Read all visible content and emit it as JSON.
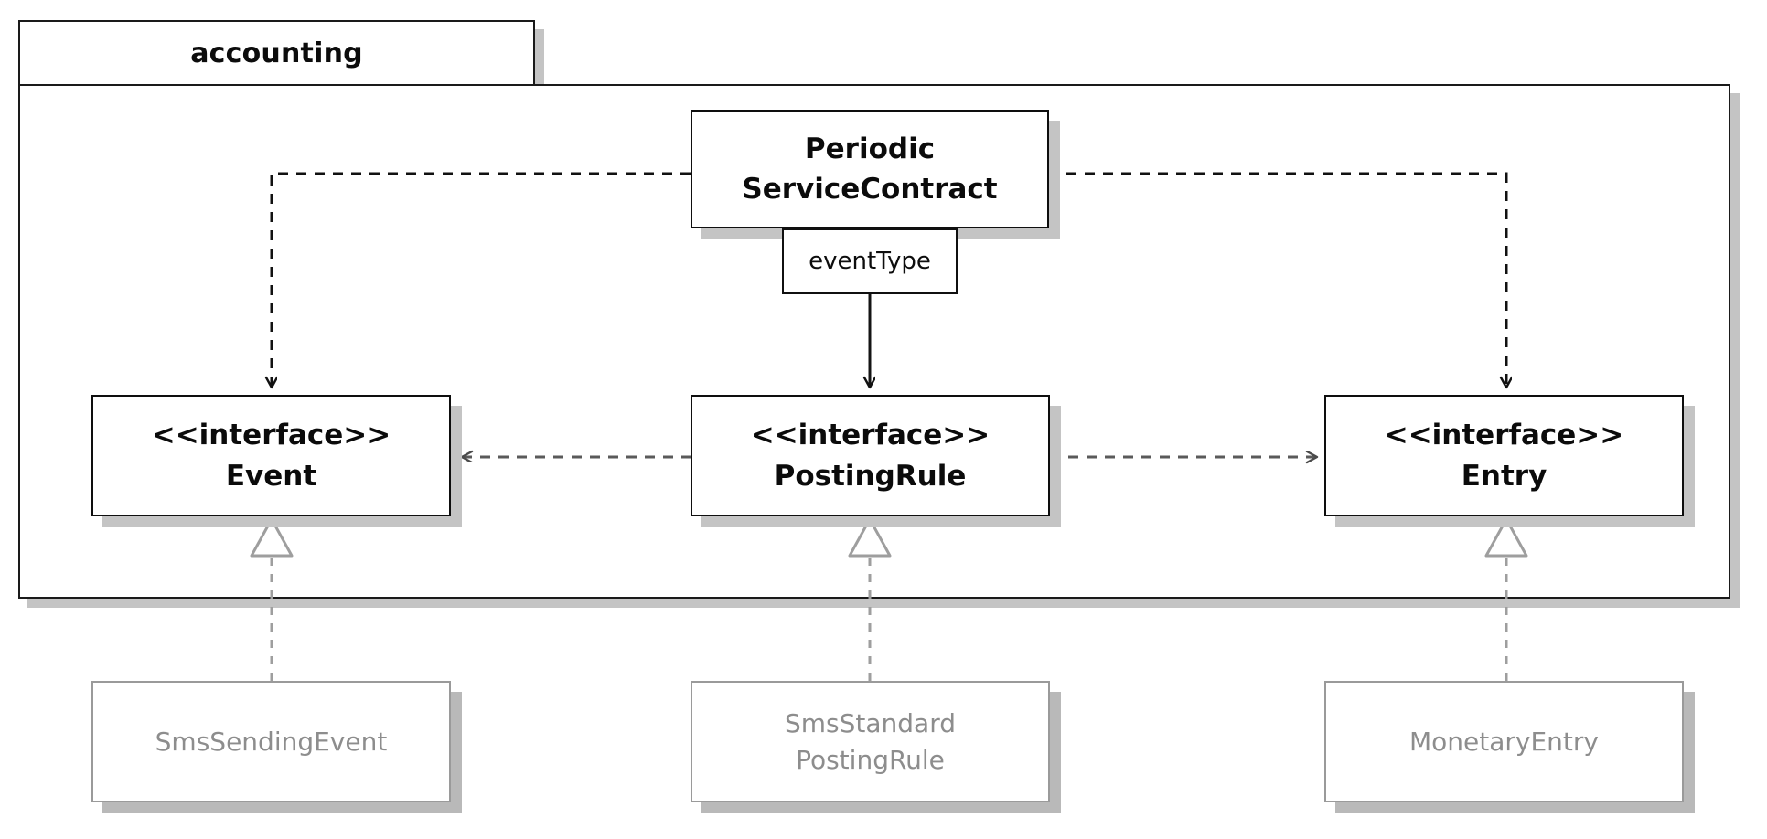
{
  "diagram": {
    "type": "uml-class-diagram",
    "package": {
      "name": "accounting"
    },
    "classes": [
      {
        "id": "periodic-service-contract",
        "lines": [
          "Periodic",
          "ServiceContract"
        ],
        "stereotype": "",
        "style": "solid",
        "in_package": true
      },
      {
        "id": "event",
        "lines": [
          "<<interface>>",
          "Event"
        ],
        "stereotype": "<<interface>>",
        "style": "solid",
        "in_package": true
      },
      {
        "id": "posting-rule",
        "lines": [
          "<<interface>>",
          "PostingRule"
        ],
        "stereotype": "<<interface>>",
        "style": "solid",
        "in_package": true
      },
      {
        "id": "entry",
        "lines": [
          "<<interface>>",
          "Entry"
        ],
        "stereotype": "<<interface>>",
        "style": "solid",
        "in_package": true
      },
      {
        "id": "sms-sending-event",
        "lines": [
          "SmsSendingEvent"
        ],
        "stereotype": "",
        "style": "faded",
        "in_package": false
      },
      {
        "id": "sms-standard-posting-rule",
        "lines": [
          "SmsStandard",
          "PostingRule"
        ],
        "stereotype": "",
        "style": "faded",
        "in_package": false
      },
      {
        "id": "monetary-entry",
        "lines": [
          "MonetaryEntry"
        ],
        "stereotype": "",
        "style": "faded",
        "in_package": false
      }
    ],
    "edge_labels": [
      {
        "id": "event-type-label",
        "text": "eventType"
      }
    ],
    "relationships": [
      {
        "from": "periodic-service-contract",
        "to": "event",
        "type": "dependency",
        "label": ""
      },
      {
        "from": "periodic-service-contract",
        "to": "entry",
        "type": "dependency",
        "label": ""
      },
      {
        "from": "periodic-service-contract",
        "to": "posting-rule",
        "type": "association",
        "label": "eventType"
      },
      {
        "from": "posting-rule",
        "to": "event",
        "type": "dependency",
        "label": ""
      },
      {
        "from": "posting-rule",
        "to": "entry",
        "type": "dependency",
        "label": ""
      },
      {
        "from": "sms-sending-event",
        "to": "event",
        "type": "realization",
        "label": ""
      },
      {
        "from": "sms-standard-posting-rule",
        "to": "posting-rule",
        "type": "realization",
        "label": ""
      },
      {
        "from": "monetary-entry",
        "to": "entry",
        "type": "realization",
        "label": ""
      }
    ],
    "colors": {
      "stroke": "#0e0e0e",
      "faded_stroke": "#9a9a9a",
      "faded_text": "#8d8d8d",
      "shadow": "#c4c4c4",
      "background": "#ffffff"
    }
  }
}
